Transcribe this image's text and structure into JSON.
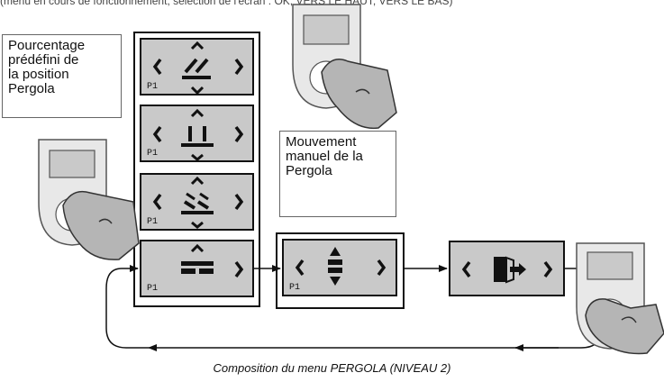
{
  "top_text": "(menu en cours de fonctionnement; sélection de l'écran : OK, VERS LE HAUT, VERS LE BAS)",
  "notes": {
    "preset": "Pourcentage\nprédéfini de\nla position\nPergola",
    "manual": "Mouvement\nmanuel de la\nPergola"
  },
  "screens": {
    "preset_1": {
      "tag": "P1",
      "icon": "pergola-tilted-icon"
    },
    "preset_2": {
      "tag": "P1",
      "icon": "pergola-vertical-icon"
    },
    "preset_3": {
      "tag": "P1",
      "icon": "pergola-slats-icon"
    },
    "preset_4": {
      "tag": "P1",
      "icon": "pergola-closed-icon"
    },
    "manual": {
      "tag": "P1",
      "icon": "up-down-arrows-icon"
    },
    "exit": {
      "icon": "exit-door-icon"
    }
  },
  "caption": "Composition du menu PERGOLA (NIVEAU 2)",
  "colors": {
    "screen_bg": "#c9c9c9",
    "line": "#111111"
  }
}
